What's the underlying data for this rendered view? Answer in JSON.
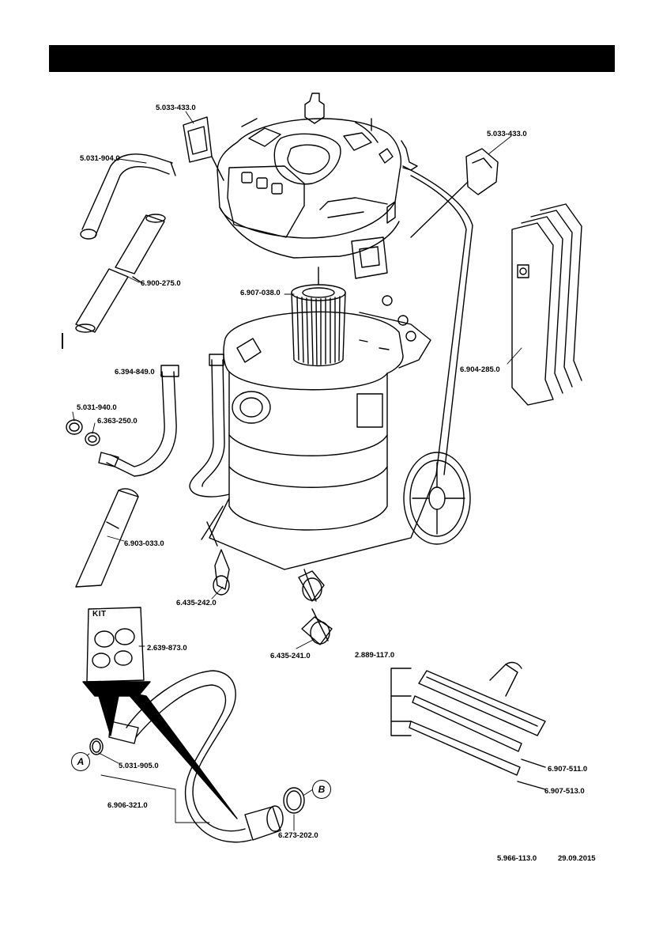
{
  "header": {
    "title": ""
  },
  "kit": {
    "label": "KIT"
  },
  "markers": {
    "a": "A",
    "b": "B"
  },
  "parts": [
    "5.033-433.0",
    "5.031-904.0",
    "5.033-433.0",
    "6.900-275.0",
    "6.907-038.0",
    "6.904-285.0",
    "6.394-849.0",
    "5.031-940.0",
    "6.363-250.0",
    "6.903-033.0",
    "6.435-242.0",
    "6.435-241.0",
    "2.639-873.0",
    "2.889-117.0",
    "6.907-511.0",
    "6.907-513.0",
    "5.031-905.0",
    "6.906-321.0",
    "6.273-202.0"
  ],
  "footer": {
    "doc_number": "5.966-113.0",
    "date": "29.09.2015"
  }
}
